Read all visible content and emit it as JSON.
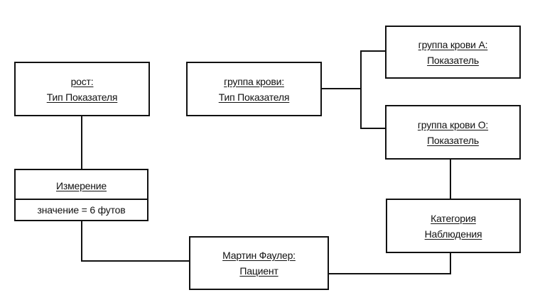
{
  "objects": {
    "height_type": {
      "name": "рост:",
      "class": "Тип Показателя"
    },
    "blood_type": {
      "name": "группа крови:",
      "class": "Тип Показателя"
    },
    "blood_a": {
      "name": "группа крови A:",
      "class": "Показатель"
    },
    "blood_o": {
      "name": "группа крови O:",
      "class": "Показатель"
    },
    "measurement": {
      "title": "Измерение",
      "attribute": "значение = 6 футов"
    },
    "observation_category": {
      "line1": "Категория",
      "line2": "Наблюдения"
    },
    "patient": {
      "name": "Мартин Фаулер:",
      "class": "Пациент"
    }
  }
}
